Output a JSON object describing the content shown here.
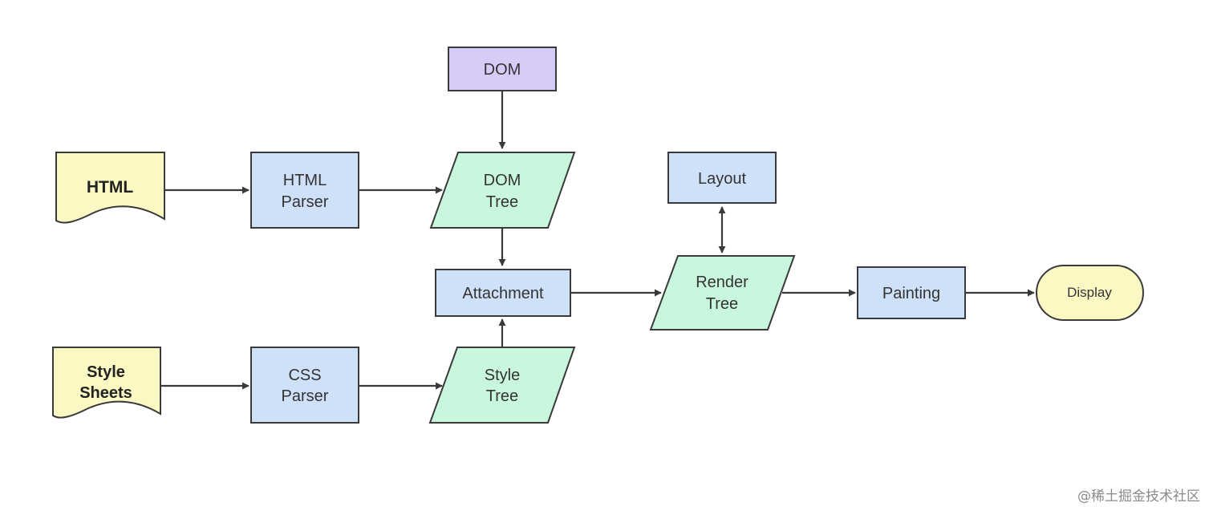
{
  "nodes": {
    "dom": {
      "label": "DOM",
      "color": "#d6ccf7"
    },
    "html": {
      "label": "HTML",
      "color": "#fbf8c4"
    },
    "html_parser": {
      "line1": "HTML",
      "line2": "Parser",
      "color": "#cfe1f9"
    },
    "dom_tree": {
      "line1": "DOM",
      "line2": "Tree",
      "color": "#c9f7de"
    },
    "layout": {
      "label": "Layout",
      "color": "#cfe1f9"
    },
    "attachment": {
      "label": "Attachment",
      "color": "#cfe1f9"
    },
    "render_tree": {
      "line1": "Render",
      "line2": "Tree",
      "color": "#c9f7de"
    },
    "painting": {
      "label": "Painting",
      "color": "#cfe1f9"
    },
    "display": {
      "label": "Display",
      "color": "#fbf8c4"
    },
    "style_sheets": {
      "line1": "Style",
      "line2": "Sheets",
      "color": "#fbf8c4"
    },
    "css_parser": {
      "line1": "CSS",
      "line2": "Parser",
      "color": "#cfe1f9"
    },
    "style_tree": {
      "line1": "Style",
      "line2": "Tree",
      "color": "#c9f7de"
    }
  },
  "watermark": "@稀土掘金技术社区",
  "stroke_color": "#3a3a3a"
}
